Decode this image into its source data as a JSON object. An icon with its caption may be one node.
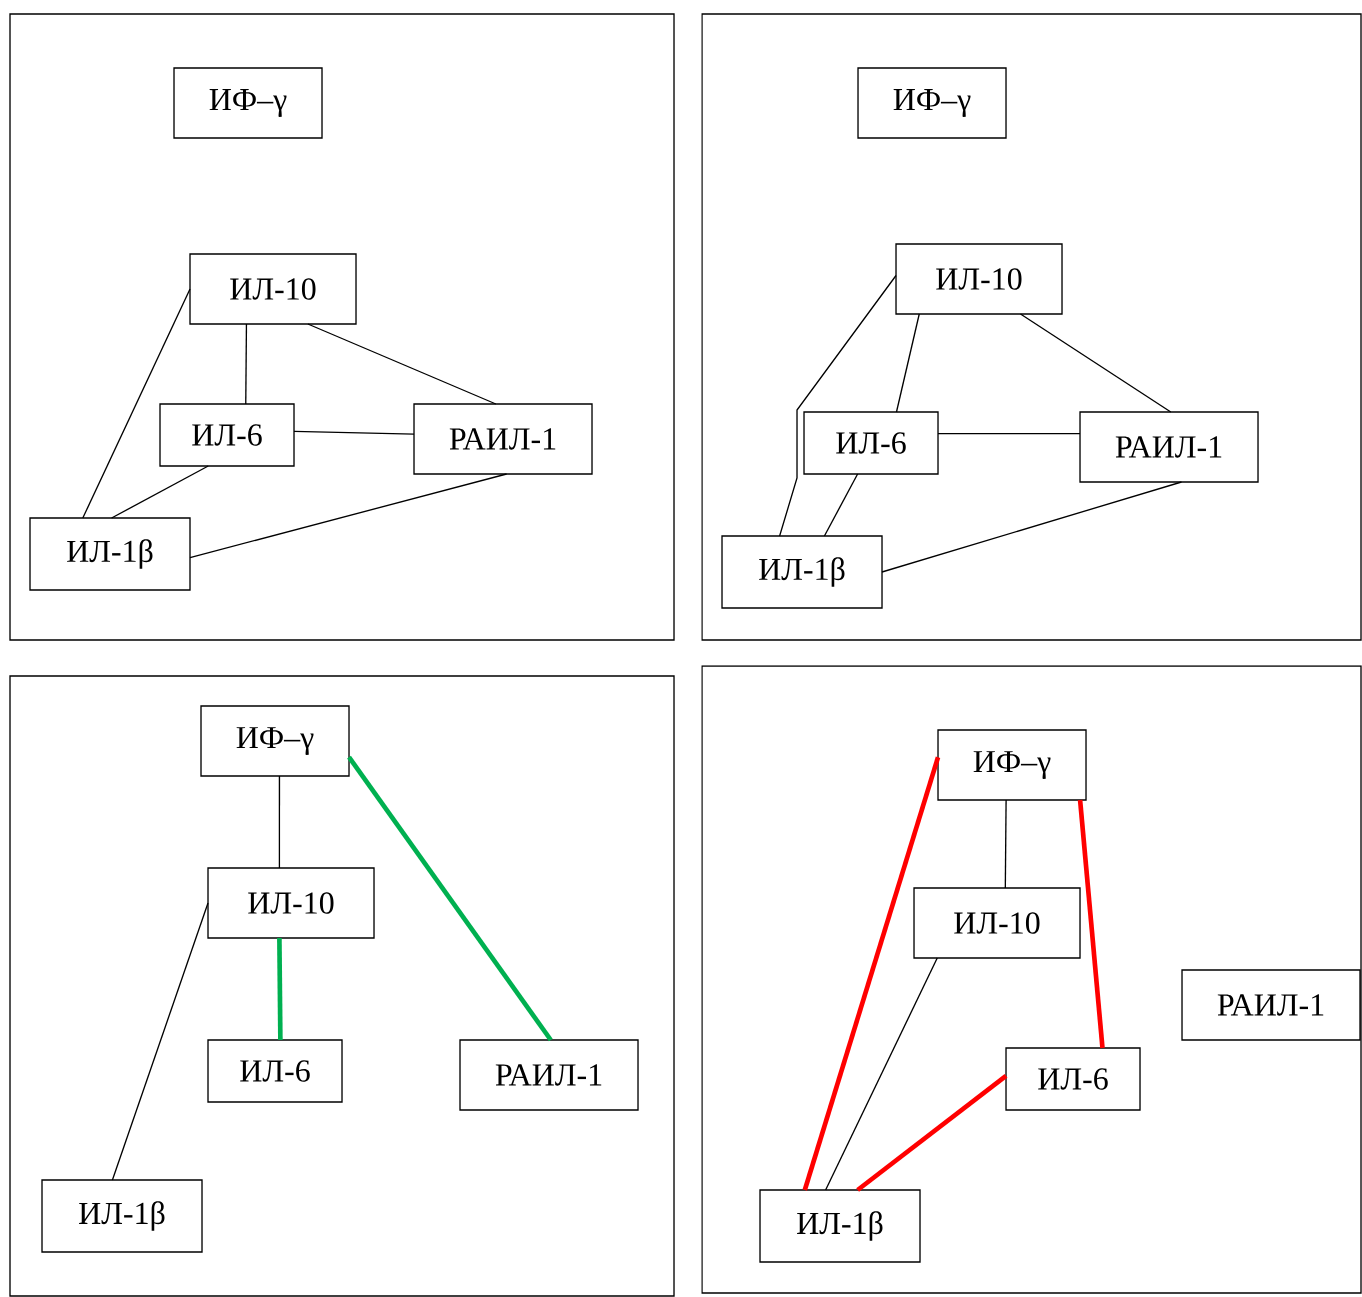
{
  "diagram": {
    "nodes": [
      {
        "text": [],
        "shape": "box"
      },
      {
        "text": [
          "ИФ–γ"
        ],
        "in": 0
      },
      {
        "text": [
          "ИЛ-10"
        ],
        "in": 0
      },
      {
        "text": [
          "ИЛ-6"
        ],
        "in": 0
      },
      {
        "text": [
          "РАИЛ-1"
        ],
        "in": 0
      },
      {
        "text": [
          "ИЛ-1β"
        ],
        "in": 0
      },
      {
        "text": [],
        "shape": "box"
      },
      {
        "text": [
          "ИФ–γ"
        ],
        "in": 6
      },
      {
        "text": [
          "ИЛ-10"
        ],
        "in": 6
      },
      {
        "text": [
          "ИЛ-6"
        ],
        "in": 6
      },
      {
        "text": [
          "РАИЛ-1"
        ],
        "in": 6
      },
      {
        "text": [
          "ИЛ-1β"
        ],
        "in": 6
      },
      {
        "text": [],
        "shape": "box"
      },
      {
        "text": [
          "ИФ–γ"
        ],
        "in": 12
      },
      {
        "text": [
          "ИЛ-10"
        ],
        "in": 12
      },
      {
        "text": [
          "ИЛ-6"
        ],
        "in": 12
      },
      {
        "text": [
          "РАИЛ-1"
        ],
        "in": 12
      },
      {
        "text": [
          "ИЛ-1β"
        ],
        "in": 12
      },
      {
        "text": [],
        "shape": "box"
      },
      {
        "text": [
          "ИФ–γ"
        ],
        "in": 18
      },
      {
        "text": [
          "ИЛ-10"
        ],
        "in": 18
      },
      {
        "text": [
          "ИЛ-6"
        ],
        "in": 18
      },
      {
        "text": [
          "РАИЛ-1"
        ],
        "in": 18
      },
      {
        "text": [
          "ИЛ-1β"
        ],
        "in": 18
      }
    ],
    "edges": [
      {
        "from": 2,
        "to": 3,
        "arrow": "none"
      },
      {
        "from": 2,
        "to": 4,
        "arrow": "none"
      },
      {
        "from": 2,
        "to": 5,
        "arrow": "none"
      },
      {
        "from": 3,
        "to": 4,
        "arrow": "none"
      },
      {
        "from": 3,
        "to": 5,
        "arrow": "none"
      },
      {
        "from": 4,
        "to": 5,
        "arrow": "none"
      },
      {
        "from": 8,
        "to": 9,
        "arrow": "none"
      },
      {
        "from": 8,
        "to": 10,
        "arrow": "none"
      },
      {
        "from": 8,
        "to": 11,
        "arrow": "none"
      },
      {
        "from": 9,
        "to": 10,
        "arrow": "none"
      },
      {
        "from": 9,
        "to": 11,
        "arrow": "none"
      },
      {
        "from": 10,
        "to": 11,
        "arrow": "none"
      },
      {
        "from": 13,
        "to": 14,
        "arrow": "none"
      },
      {
        "from": 13,
        "to": 16,
        "arrow": "none",
        "style": "thick",
        "color": "#00b050"
      },
      {
        "from": 14,
        "to": 15,
        "arrow": "none",
        "style": "thick",
        "color": "#00b050"
      },
      {
        "from": 14,
        "to": 17,
        "arrow": "none"
      },
      {
        "from": 19,
        "to": 20,
        "arrow": "none"
      },
      {
        "from": 19,
        "to": 23,
        "arrow": "none",
        "style": "thick",
        "color": "#ff0000"
      },
      {
        "from": 19,
        "to": 21,
        "arrow": "none",
        "style": "thick",
        "color": "#ff0000"
      },
      {
        "from": 21,
        "to": 23,
        "arrow": "none",
        "style": "thick",
        "color": "#ff0000"
      },
      {
        "from": 20,
        "to": 23,
        "arrow": "none"
      }
    ]
  }
}
